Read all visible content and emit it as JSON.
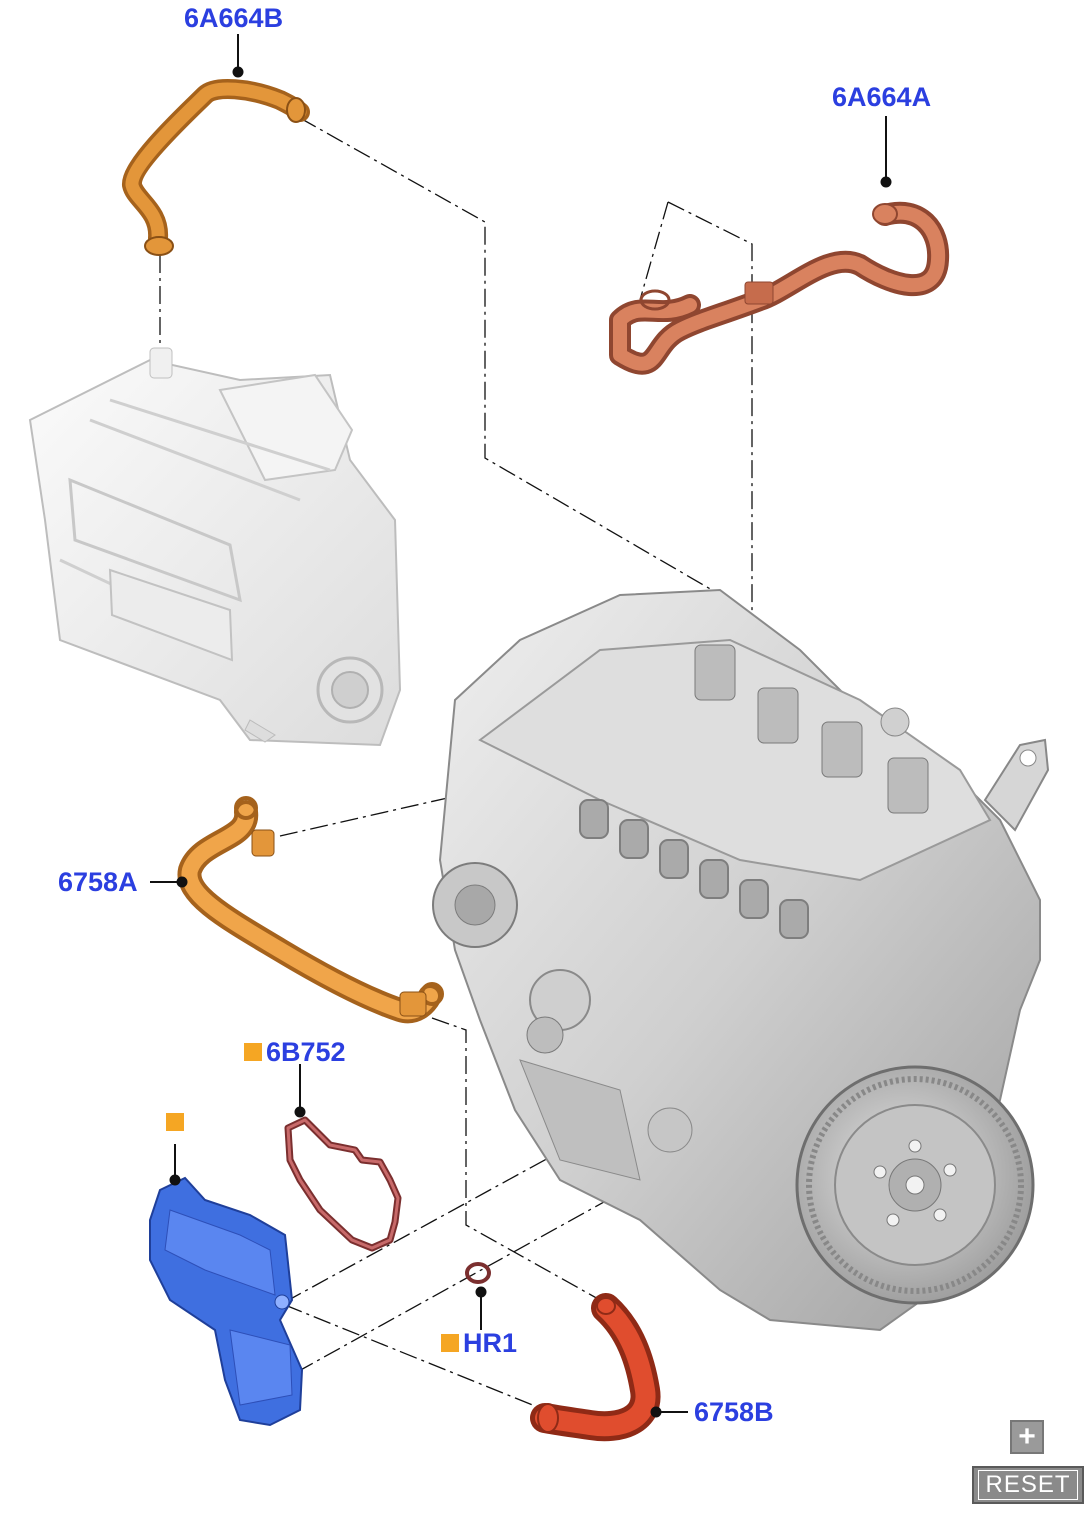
{
  "callouts": {
    "p6A664B": "6A664B",
    "p6A664A": "6A664A",
    "p6758A": "6758A",
    "p6B752": "6B752",
    "pHR1": "HR1",
    "p6758B": "6758B"
  },
  "colors": {
    "callout_text": "#2b3fe0",
    "marker": "#f5a623",
    "hose_orange": "#d98a2b",
    "hose_copper": "#cf6e4c",
    "hose_red": "#d9472b",
    "separator_blue": "#3b6fe0",
    "gasket": "#8a3b3b",
    "engine": "#c9c9c9"
  },
  "controls": {
    "zoom_in_label": "+",
    "reset_label": "RESET"
  }
}
